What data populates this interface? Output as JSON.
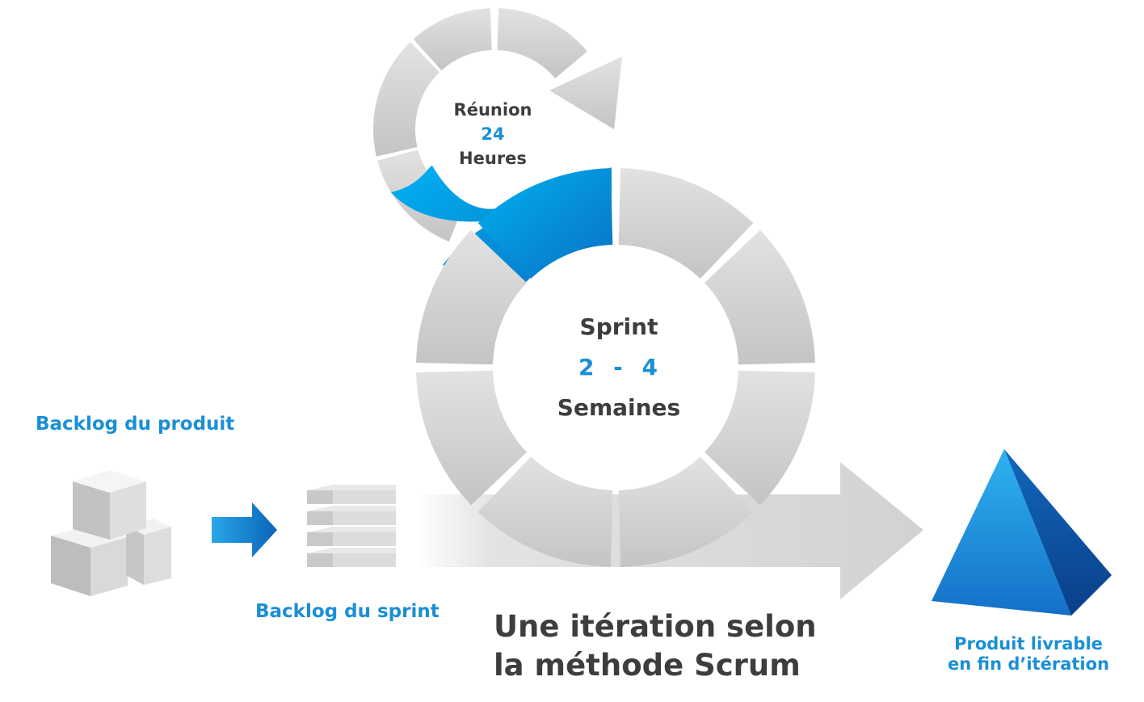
{
  "colors": {
    "accent_blue": "#1a8fd6",
    "segment_gray": "#d6d6d6",
    "text_dark": "#3d3d3f"
  },
  "icons": {
    "product_backlog": "cube-stack-icon",
    "arrow": "right-arrow-icon",
    "sprint_backlog": "slab-stack-icon",
    "deliverable": "pyramid-icon"
  },
  "daily_meeting": {
    "line1": "Réunion",
    "number": "24",
    "line2": "Heures"
  },
  "sprint": {
    "title": "Sprint",
    "range": "2 - 4",
    "unit": "Semaines"
  },
  "product_backlog": {
    "label": "Backlog du produit"
  },
  "sprint_backlog": {
    "label": "Backlog du sprint"
  },
  "deliverable": {
    "line1": "Produit livrable",
    "line2": "en fin d’itération"
  },
  "title": {
    "line1": "Une itération selon",
    "line2": "la méthode Scrum"
  }
}
